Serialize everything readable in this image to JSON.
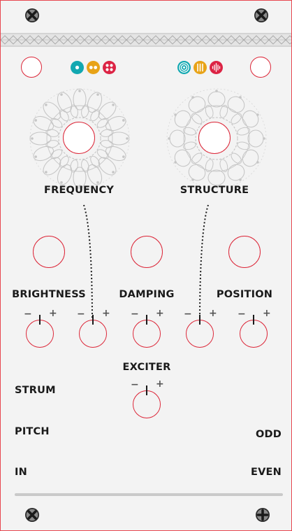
{
  "module": {
    "background": "#f3f3f3",
    "accent": "#dc2638",
    "frame_border": "#e8474f"
  },
  "mode_icons": {
    "left": [
      {
        "name": "single-dot-icon",
        "color": "#12a8b1"
      },
      {
        "name": "two-dots-icon",
        "color": "#e8a317"
      },
      {
        "name": "four-dots-icon",
        "color": "#dc2344"
      }
    ],
    "right": [
      {
        "name": "concentric-circles-icon",
        "color": "#12a8b1"
      },
      {
        "name": "vertical-bars-icon",
        "color": "#e8a317"
      },
      {
        "name": "waveform-icon",
        "color": "#dc2344"
      }
    ]
  },
  "labels": {
    "frequency": "FREQUENCY",
    "structure": "STRUCTURE",
    "brightness": "BRIGHTNESS",
    "damping": "DAMPING",
    "position": "POSITION",
    "exciter": "EXCITER",
    "strum": "STRUM",
    "pitch": "PITCH",
    "in": "IN",
    "odd": "ODD",
    "even": "EVEN"
  },
  "attenuverter": {
    "minus": "−",
    "plus": "+"
  }
}
